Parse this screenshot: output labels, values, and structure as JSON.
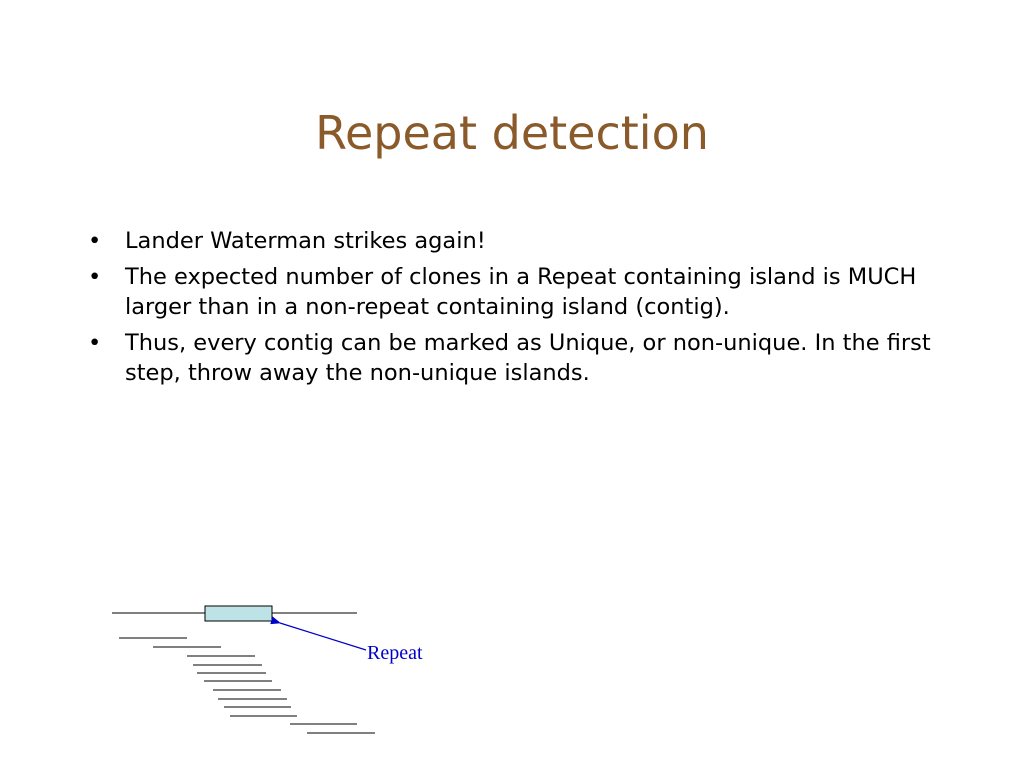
{
  "slide": {
    "title": "Repeat detection",
    "title_color": "#8B5A2B",
    "bullet_symbol": "•",
    "bullets": [
      "Lander Waterman strikes again!",
      "The expected number of clones in a Repeat containing island is MUCH larger than in a non-repeat containing island (contig).",
      "Thus, every contig can be marked as Unique, or non-unique. In the first step, throw away the non-unique islands."
    ]
  },
  "diagram": {
    "repeat_label": "Repeat",
    "repeat_box_color": "#BEE3E6",
    "arrow_color": "#0000CC",
    "label_color": "#0000CC",
    "line_color": "#000000"
  }
}
